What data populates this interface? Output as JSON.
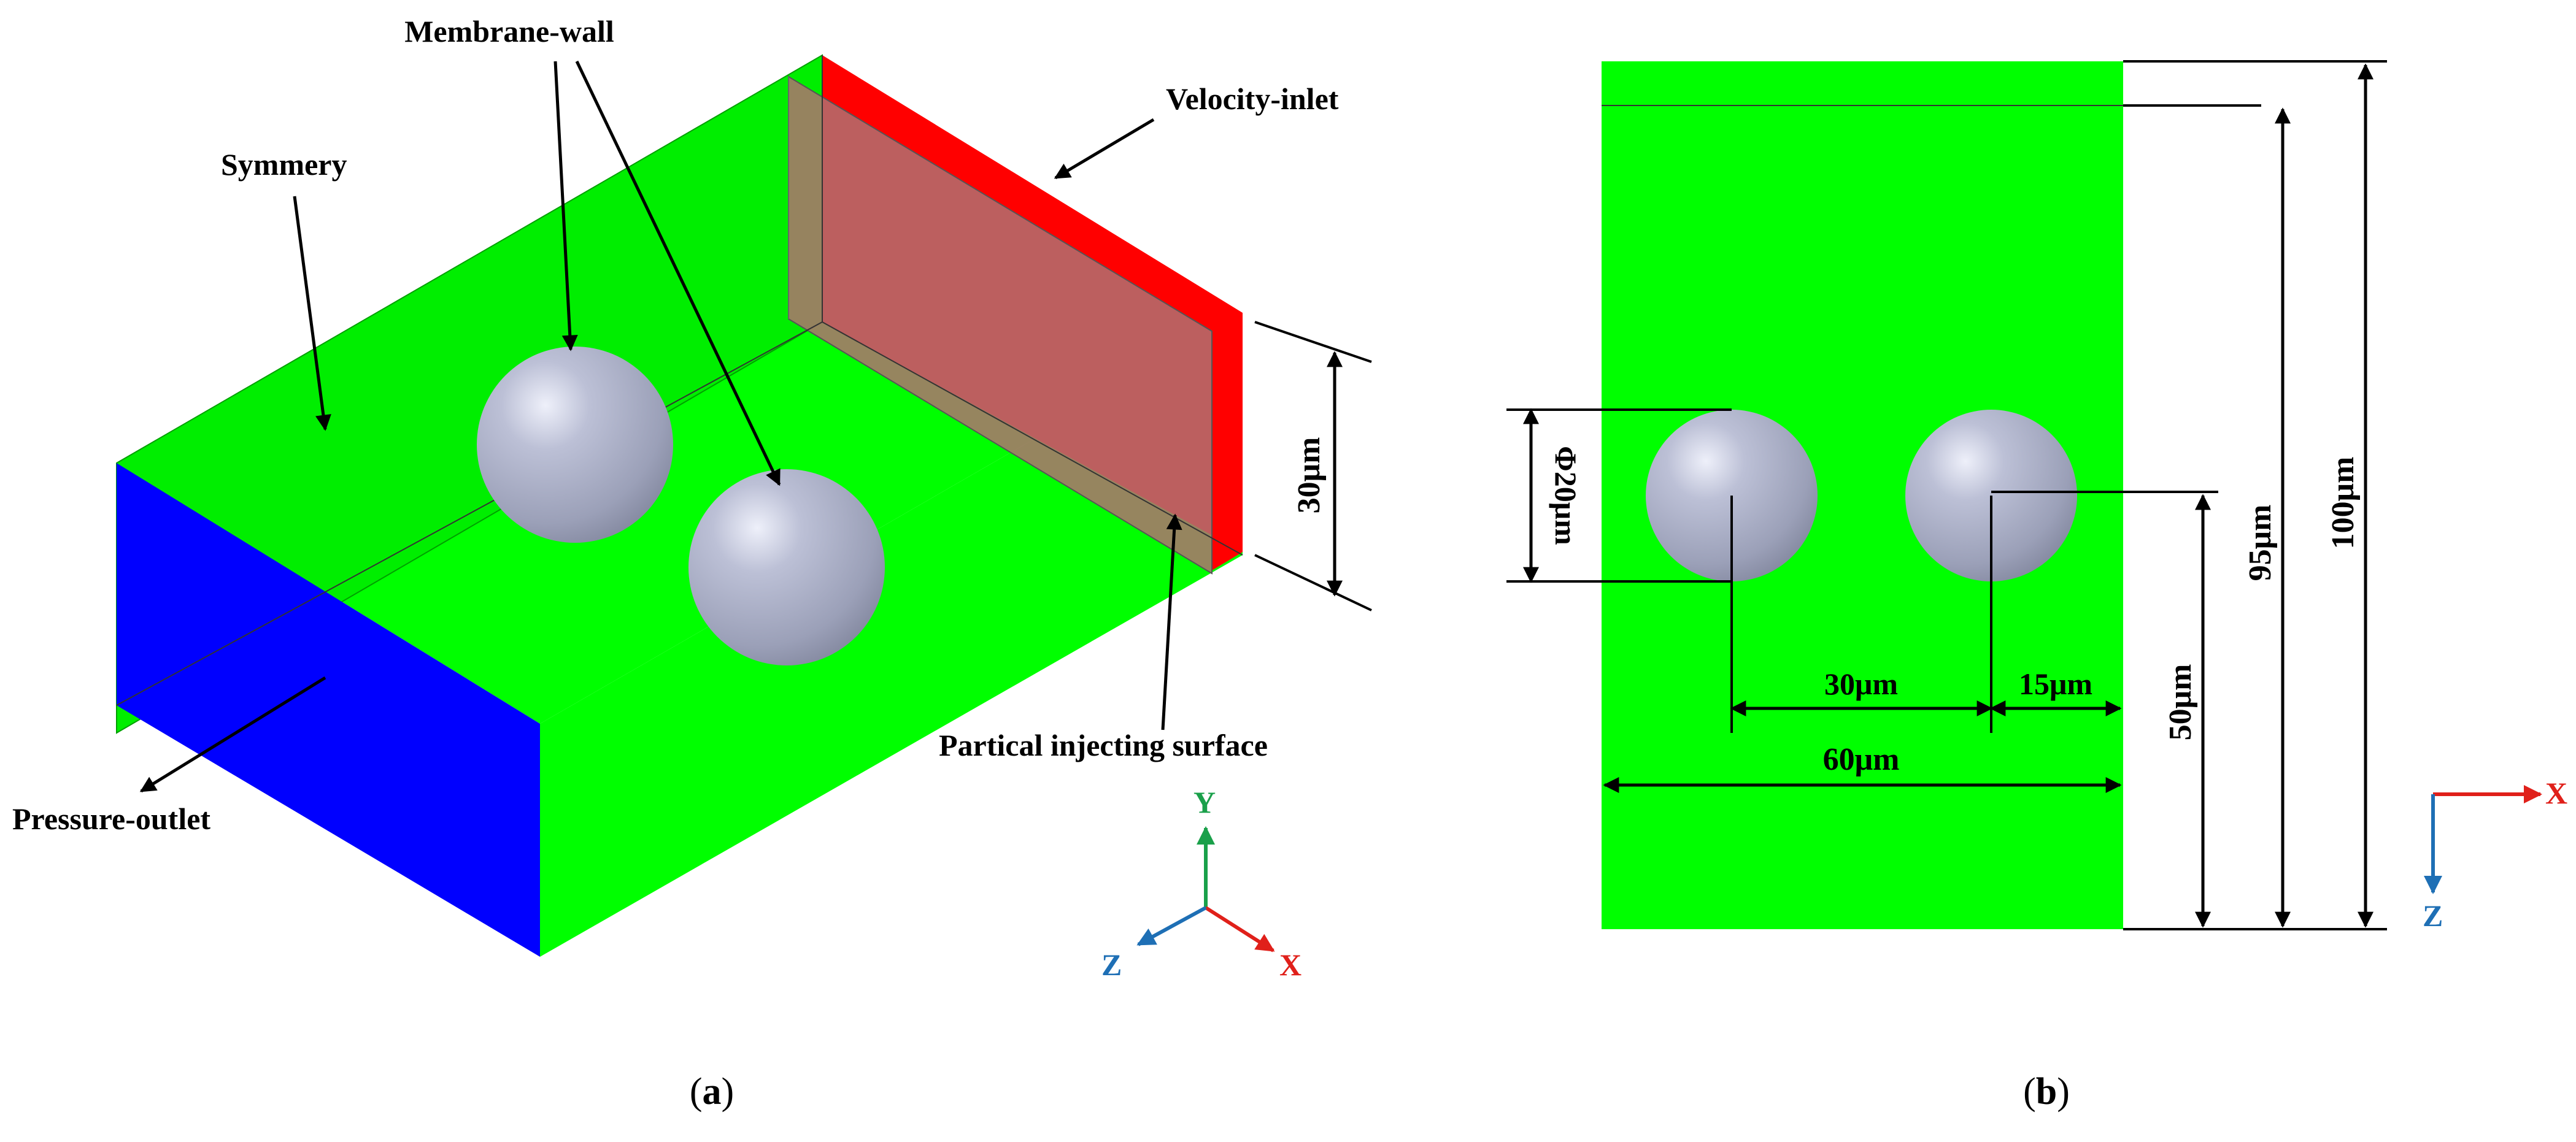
{
  "colors": {
    "domain_green": "#00ff00",
    "outlet_blue": "#0000ff",
    "inlet_red": "#ff0000",
    "injecting_surface": "#b07070",
    "sphere": "#a8adc4",
    "axis_x": "#e0201a",
    "axis_y": "#1aa04a",
    "axis_z": "#1e6fb5"
  },
  "panel_a": {
    "caption": {
      "open": "(",
      "letter": "a",
      "close": ")"
    },
    "labels": {
      "membrane_wall": "Membrane-wall",
      "velocity_inlet": "Velocity-inlet",
      "symmetry": "Symmery",
      "pressure_outlet": "Pressure-outlet",
      "injecting_surface": "Partical injecting surface"
    },
    "dimension_height": "30μm",
    "axes": {
      "x": "X",
      "y": "Y",
      "z": "Z"
    }
  },
  "panel_b": {
    "caption": {
      "open": "(",
      "letter": "b",
      "close": ")"
    },
    "dimensions": {
      "diameter": "Φ20μm",
      "spacing": "30μm",
      "offset": "15μm",
      "width": "60μm",
      "center_z": "50μm",
      "inner_length": "95μm",
      "total_length": "100μm"
    },
    "axes": {
      "x": "X",
      "z": "Z"
    }
  }
}
